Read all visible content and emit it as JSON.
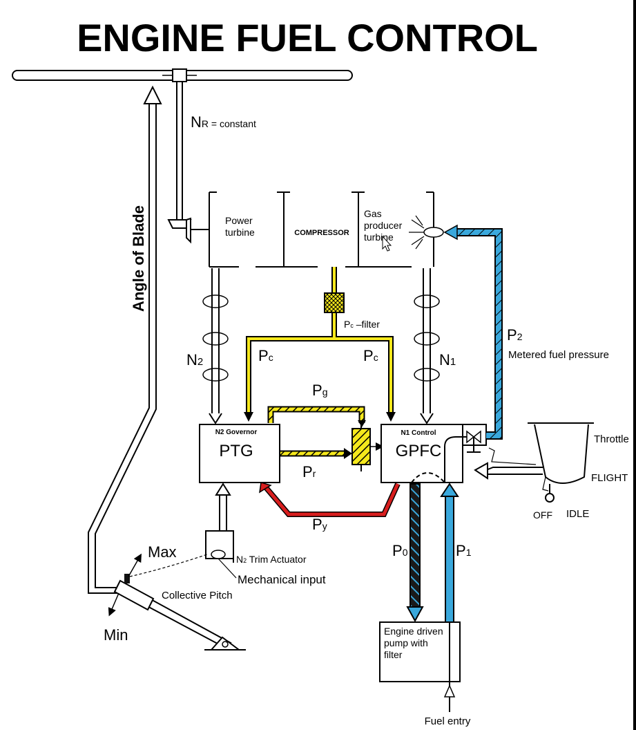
{
  "title": "ENGINE FUEL CONTROL",
  "labels": {
    "nr_main": "N",
    "nr_sub": "R",
    "nr_rest": " = constant",
    "angle_of_blade": "Angle of Blade",
    "power_turbine_1": "Power",
    "power_turbine_2": "turbine",
    "compressor": "COMPRESSOR",
    "gas_producer_1": "Gas",
    "gas_producer_2": "producer",
    "gas_producer_3": "turbine",
    "pc_filter_main": "P",
    "pc_filter_sub": "c",
    "pc_filter_rest": " –filter",
    "n2_main": "N",
    "n2_sub": "2",
    "n1_main": "N",
    "n1_sub": "1",
    "pc_main": "P",
    "pc_sub": "c",
    "pg_main": "P",
    "pg_sub": "g",
    "pr_main": "P",
    "pr_sub": "r",
    "py_main": "P",
    "py_sub": "y",
    "p2_main": "P",
    "p2_sub": "2",
    "metered_fuel": "Metered fuel pressure",
    "n2_governor": "N2 Governor",
    "ptg": "PTG",
    "n1_control": "N1 Control",
    "gpfc": "GPFC",
    "throttle": "Throttle",
    "flight": "FLIGHT",
    "off": "OFF",
    "idle": "IDLE",
    "p0_main": "P",
    "p0_sub": "0",
    "p1_main": "P",
    "p1_sub": "1",
    "max": "Max",
    "min": "Min",
    "n2_trim_main": "N",
    "n2_trim_sub": "2",
    "n2_trim_rest": " Trim Actuator",
    "mechanical_input": "Mechanical input",
    "collective_pitch": "Collective Pitch",
    "pump_1": "Engine driven",
    "pump_2": "pump with",
    "pump_3": "filter",
    "fuel_entry": "Fuel entry"
  },
  "colors": {
    "compressor_air": "#f5e81c",
    "fuel": "#3aa8dc",
    "py_line": "#d81e1e",
    "outline": "#000000"
  }
}
